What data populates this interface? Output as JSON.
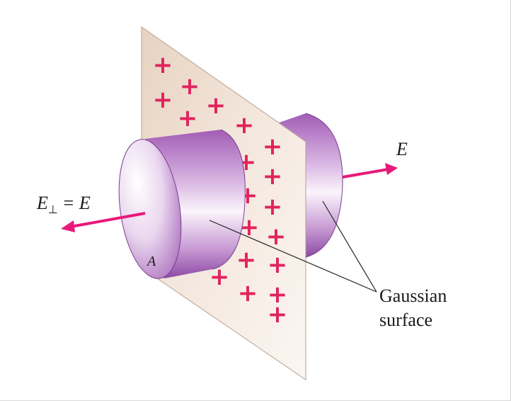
{
  "labels": {
    "e_perp": "E",
    "e_perp_sub": "⊥",
    "e_perp_rest": "= E",
    "e_right": "E",
    "area": "A",
    "gaussian_line1": "Gaussian",
    "gaussian_line2": "surface"
  },
  "colors": {
    "sheet": "#f2e3d6",
    "charge": "#e0245e",
    "arrow": "#e8197a",
    "cylinder_light": "#f6eef7",
    "cylinder_dark": "#8f4aa6"
  },
  "charge_symbol": "+"
}
